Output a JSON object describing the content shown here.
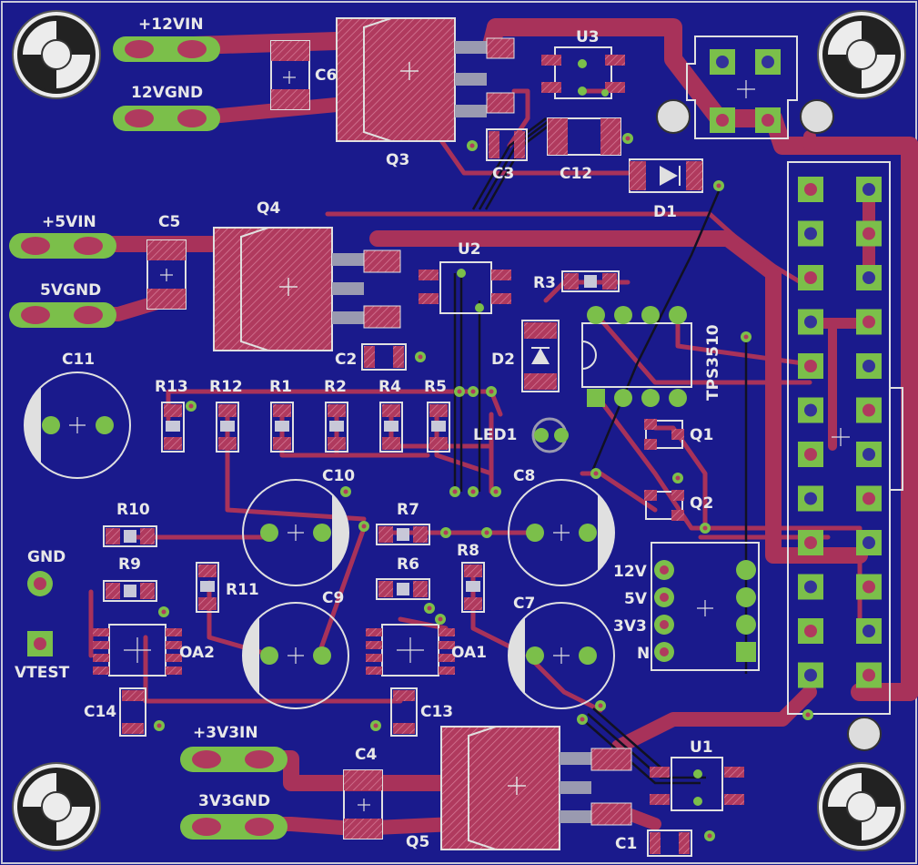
{
  "colors": {
    "board": "#1a1a8c",
    "copper": "#a8325a",
    "pad": "#b03a5e",
    "via": "#7bbf4a",
    "silk": "#e0e0e0",
    "outline": "#9a9ab0",
    "hole": "#3a8a3a"
  },
  "labels": {
    "p12vin": "+12VIN",
    "p12vgnd": "12VGND",
    "p5vin": "+5VIN",
    "p5vgnd": "5VGND",
    "p3v3in": "+3V3IN",
    "p3v3gnd": "3V3GND",
    "gnd": "GND",
    "vtest": "VTEST",
    "c6": "C6",
    "c5": "C5",
    "c4": "C4",
    "c3": "C3",
    "c12": "C12",
    "c11": "C11",
    "c10": "C10",
    "c9": "C9",
    "c8": "C8",
    "c7": "C7",
    "c2": "C2",
    "c1": "C1",
    "c14": "C14",
    "c13": "C13",
    "q3": "Q3",
    "q4": "Q4",
    "q5": "Q5",
    "q1": "Q1",
    "q2": "Q2",
    "u1": "U1",
    "u2": "U2",
    "u3": "U3",
    "d1": "D1",
    "d2": "D2",
    "r1": "R1",
    "r2": "R2",
    "r3": "R3",
    "r4": "R4",
    "r5": "R5",
    "r6": "R6",
    "r7": "R7",
    "r8": "R8",
    "r9": "R9",
    "r10": "R10",
    "r11": "R11",
    "r12": "R12",
    "r13": "R13",
    "led1": "LED1",
    "tps": "TPS3510",
    "oa1": "OA1",
    "oa2": "OA2",
    "h12v": "12V",
    "h5v": "5V",
    "h3v3": "3V3",
    "hn": "N"
  }
}
